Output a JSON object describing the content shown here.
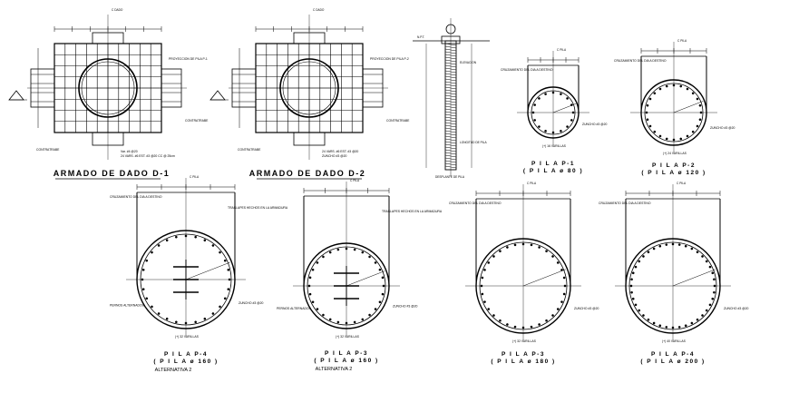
{
  "drawings": {
    "dado_d1": {
      "title": "ARMADO DE DADO D-1",
      "axis": "C DADO",
      "notes": [
        "PROYECCION DE PILA P-1",
        "CONTRATRABE",
        "CONTRATRABE",
        "Var. #4 @20",
        "24 VARS. #6 EST. #3 @20 CC @ 25cm"
      ]
    },
    "dado_d2": {
      "title": "ARMADO DE DADO D-2",
      "axis": "C DADO",
      "notes": [
        "PROYECCION DE PILA P-2",
        "CONTRATRABE",
        "CONTRATRABE",
        "24 VARS. #6 EST. #3 @20",
        "ZUNCHO #3 @20"
      ]
    },
    "elevation": {
      "notes": [
        "N.P.T.",
        "ELEVACION",
        "LONGITUD DE PILA",
        "DESPLANTE DE PILA"
      ]
    },
    "pila_p1_top": {
      "title": "P I L A   P-1",
      "subtitle": "( P I L A  ø 80 )",
      "axis": "C PILA",
      "notes": [
        "CRUZAMIENTO DEL DIA A DESTINO",
        "(+) 16 VARILLAS",
        "ZUNCHO #3 @20"
      ]
    },
    "pila_p2_top": {
      "title": "P I L A   P-2",
      "subtitle": "( P I L A  ø 120 )",
      "axis": "C PILA",
      "notes": [
        "CRUZAMIENTO DEL DIA A DESTINO",
        "(+) 24 VARILLAS",
        "ZUNCHO #3 @20"
      ]
    },
    "pila_p4_alt": {
      "title": "P I L A   P-4",
      "subtitle": "( P I L A  ø 160 )",
      "caption": "ALTERNATIVA 2",
      "axis": "C PILA",
      "notes": [
        "CRUZAMIENTO DEL DIA A DESTINO",
        "TRASLAPES HECHOS EN LA ARMADURA",
        "PERNOS ALTERNADOS",
        "(+) 32 VARILLAS",
        "ZUNCHO #3 @20"
      ]
    },
    "pila_p3_alt": {
      "title": "P I L A   P-3",
      "subtitle": "( P I L A  ø 160 )",
      "caption": "ALTERNATIVA 2",
      "axis": "C PILA",
      "notes": [
        "TRASLAPES HECHOS EN LA ARMADURA",
        "PERNOS ALTERNADOS",
        "(+) 32 VARILLAS",
        "ZUNCHO #3 @20"
      ]
    },
    "pila_p3": {
      "title": "P I L A   P-3",
      "subtitle": "( P I L A  ø 180 )",
      "axis": "C PILA",
      "notes": [
        "CRUZAMIENTO DEL DIA A DESTINO",
        "(+) 32 VARILLAS",
        "ZUNCHO #3 @20"
      ]
    },
    "pila_p4": {
      "title": "P I L A   P-4",
      "subtitle": "( P I L A  ø 200 )",
      "axis": "C PILA",
      "notes": [
        "CRUZAMIENTO DEL DIA A DESTINO",
        "(+) 40 VARILLAS",
        "ZUNCHO #3 @20"
      ]
    }
  }
}
